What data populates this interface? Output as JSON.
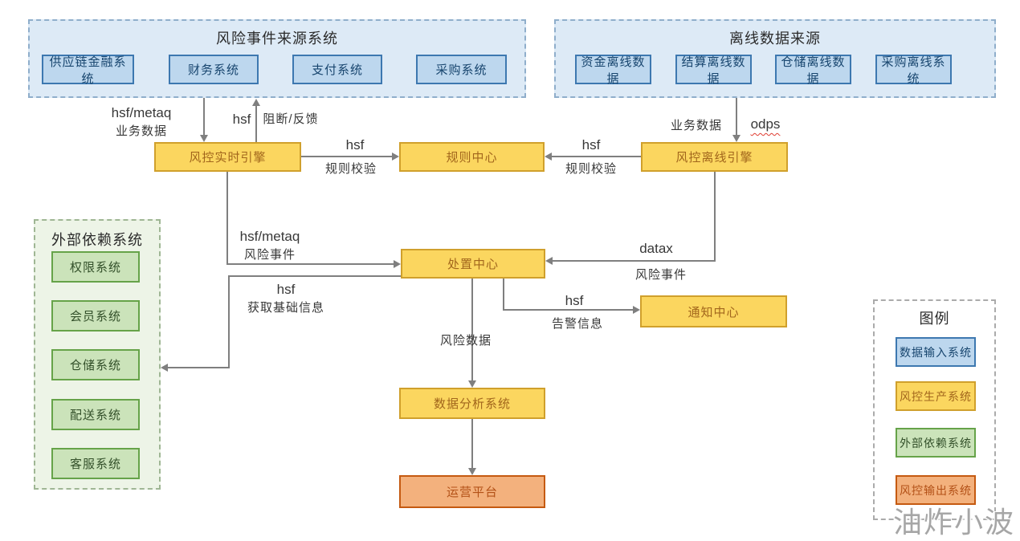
{
  "groups": {
    "risk_sources": {
      "title": "风险事件来源系统",
      "items": [
        "供应链金融系统",
        "财务系统",
        "支付系统",
        "采购系统"
      ]
    },
    "offline_sources": {
      "title": "离线数据来源",
      "items": [
        "资金离线数据",
        "结算离线数据",
        "仓储离线数据",
        "采购离线系统"
      ]
    },
    "external_deps": {
      "title": "外部依赖系统",
      "items": [
        "权限系统",
        "会员系统",
        "仓储系统",
        "配送系统",
        "客服系统"
      ]
    }
  },
  "nodes": {
    "realtime_engine": "风控实时引擎",
    "rule_center": "规则中心",
    "offline_engine": "风控离线引擎",
    "dispose_center": "处置中心",
    "notify_center": "通知中心",
    "data_analysis": "数据分析系统",
    "operation_platform": "运营平台"
  },
  "edges": {
    "source_to_realtime": {
      "line1": "hsf/metaq",
      "line2": "业务数据"
    },
    "realtime_block_feedback": {
      "line1": "hsf",
      "line2": "阻断/反馈"
    },
    "realtime_to_rule": {
      "line1": "hsf",
      "line2": "规则校验"
    },
    "offline_to_rule": {
      "line1": "hsf",
      "line2": "规则校验"
    },
    "offline_source_to_engine": {
      "line1": "业务数据",
      "line2": "odps"
    },
    "realtime_to_dispose": {
      "line1": "hsf/metaq",
      "line2": "风险事件"
    },
    "dispose_to_external": {
      "line1": "hsf",
      "line2": "获取基础信息"
    },
    "offline_to_dispose": {
      "line1": "datax",
      "line2": "风险事件"
    },
    "dispose_to_notify": {
      "line1": "hsf",
      "line2": "告警信息"
    },
    "dispose_to_analysis": {
      "label": "风险数据"
    }
  },
  "legend": {
    "title": "图例",
    "items": [
      {
        "label": "数据输入系统",
        "color": "#BDD7EE"
      },
      {
        "label": "风控生产系统",
        "color": "#FBD65F"
      },
      {
        "label": "外部依赖系统",
        "color": "#CBE3BA"
      },
      {
        "label": "风控输出系统",
        "color": "#F3B17D"
      }
    ]
  },
  "watermark": "油炸小波",
  "colors": {
    "input_system_blue": "#BDD7EE",
    "production_system_yellow": "#FBD65F",
    "external_system_green": "#CBE3BA",
    "output_system_orange": "#F3B17D",
    "connector_gray": "#7F7F7F"
  }
}
